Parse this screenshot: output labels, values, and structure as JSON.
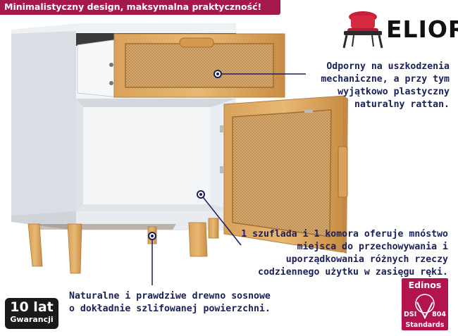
{
  "header": {
    "tagline": "Minimalistyczny design, maksymalna praktyczność!"
  },
  "brand": {
    "name": "ELIOR",
    "icon": "chair-icon"
  },
  "callouts": [
    {
      "id": "drawer-rattan",
      "lines": [
        "Odporny na uszkodzenia",
        "mechaniczne, a przy tym",
        "wyjątkowo plastyczny",
        "naturalny rattan."
      ]
    },
    {
      "id": "storage",
      "lines": [
        "1 szuflada i 1 komora oferuje mnóstwo",
        "miejsca do przechowywania i",
        "uporządkowania różnych rzeczy",
        "codziennego użytku w zasięgu ręki."
      ]
    },
    {
      "id": "legs",
      "lines": [
        "Naturalne i prawdziwe drewno sosnowe",
        "o dokładnie szlifowanej powierzchni."
      ]
    }
  ],
  "warranty_badge": {
    "title": "10 lat",
    "subtitle": "Gwarancji"
  },
  "certificate_badge": {
    "brand": "Edinos",
    "left_code": "DSI",
    "right_code": "804",
    "caption": "Standards"
  },
  "colors": {
    "accent": "#a5184d",
    "callout_text": "#1a1f5c",
    "rattan": "#d4a866",
    "cabinet": "#e4e9ee"
  }
}
